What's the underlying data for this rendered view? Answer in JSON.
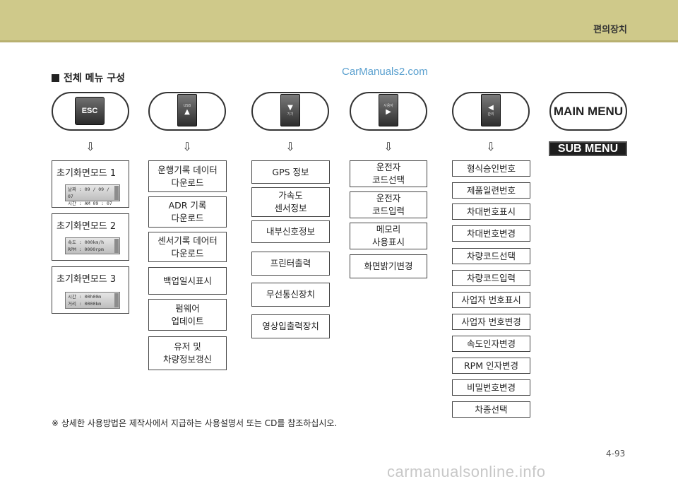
{
  "header": {
    "title": "편의장치"
  },
  "section_title": "전체 메뉴 구성",
  "watermark_top": "CarManuals2.com",
  "buttons": {
    "esc": "ESC",
    "usb_top": "USB",
    "up_glyph": "▲",
    "down_glyph": "▼",
    "down_bottom": "기기",
    "user_top": "사용자",
    "right_glyph": "▶",
    "left_glyph": "◀",
    "left_bottom": "관리",
    "main_menu": "MAIN MENU",
    "sub_menu": "SUB MENU"
  },
  "arrow_glyph": "⇩",
  "col1": {
    "mode1": {
      "label": "초기화면모드 1",
      "line1": "날짜 : 09 / 09 / 07",
      "line2": "시간 : AM   09 : 07"
    },
    "mode2": {
      "label": "초기화면모드 2",
      "line1": "속도 :      000km/h",
      "line2": "RPM :      0000rpm"
    },
    "mode3": {
      "label": "초기화면모드 3",
      "line1": "시간 :       00h00m",
      "line2": "거리 :       0000km"
    }
  },
  "col2": [
    [
      "운행기록 데이터",
      "다운로드"
    ],
    [
      "ADR 기록",
      "다운로드"
    ],
    [
      "센서기록 데어터",
      "다운로드"
    ],
    [
      "백업일시표시"
    ],
    [
      "펌웨어",
      "업데이트"
    ],
    [
      "유저 및",
      "차량정보갱신"
    ]
  ],
  "col3": [
    [
      "GPS 정보"
    ],
    [
      "가속도",
      "센서정보"
    ],
    [
      "내부신호정보"
    ],
    [
      "프린터출력"
    ],
    [
      "무선통신장치"
    ],
    [
      "영상입출력장치"
    ]
  ],
  "col4": [
    [
      "운전자",
      "코드선택"
    ],
    [
      "운전자",
      "코드입력"
    ],
    [
      "메모리",
      "사용표시"
    ],
    [
      "화면밝기변경"
    ]
  ],
  "col5": [
    "형식승인번호",
    "제품일련번호",
    "차대번호표시",
    "차대번호변경",
    "차량코드선택",
    "차량코드입력",
    "사업자 번호표시",
    "사업자 번호변경",
    "속도인자변경",
    "RPM 인자변경",
    "비밀번호변경",
    "차종선택"
  ],
  "footnote": "※ 상세한 사용방법은 제작사에서 지급하는 사용설명서 또는 CD를 참조하십시오.",
  "page_number": "4-93",
  "watermark_bottom": "carmanualsonline.info"
}
